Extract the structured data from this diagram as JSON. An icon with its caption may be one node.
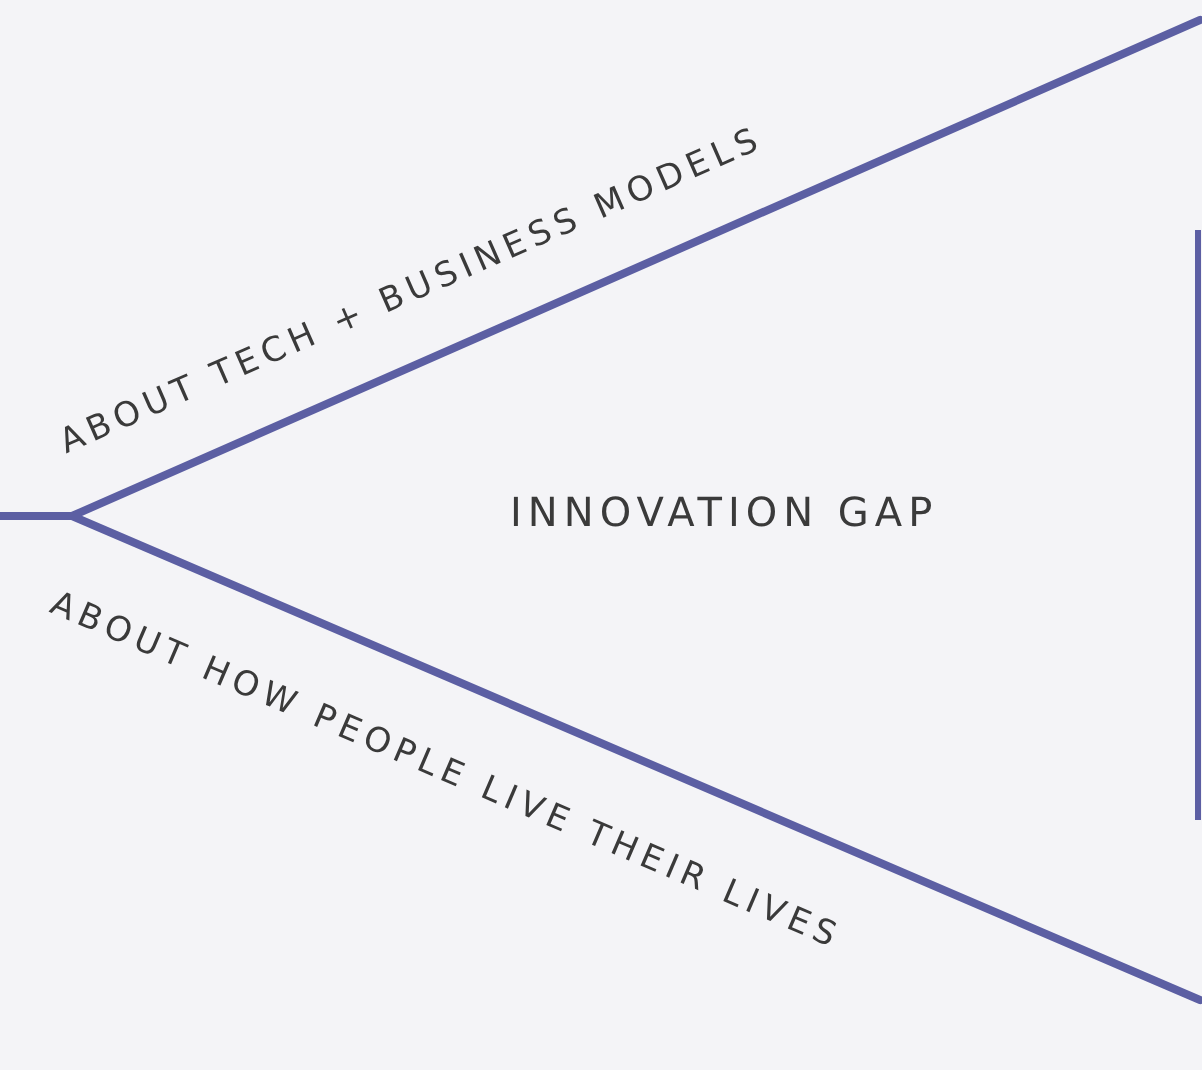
{
  "diagram": {
    "labels": [
      "ABOUT TECH + BUSINESS MODELS",
      "INNOVATION GAP",
      "ABOUT HOW PEOPLE LIVE THEIR LIVES"
    ]
  }
}
